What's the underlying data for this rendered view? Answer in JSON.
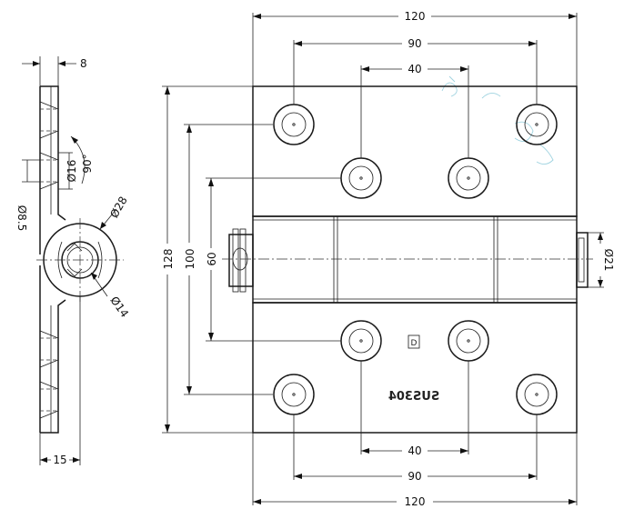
{
  "front_view": {
    "width_overall": "120",
    "outer_hole_spacing": "90",
    "inner_hole_spacing": "40",
    "height_overall": "128",
    "outer_hole_vertical": "100",
    "inner_hole_vertical": "60",
    "knuckle_diameter": "Ø21",
    "material_marking": "SUS304",
    "maker_mark": "D"
  },
  "side_view": {
    "leaf_thickness": "8",
    "countersink_angle": "90°",
    "countersink_diameter": "Ø16",
    "hole_diameter": "Ø8.5",
    "knuckle_outer_diameter": "Ø28",
    "pin_diameter": "Ø14",
    "base_width": "15"
  }
}
